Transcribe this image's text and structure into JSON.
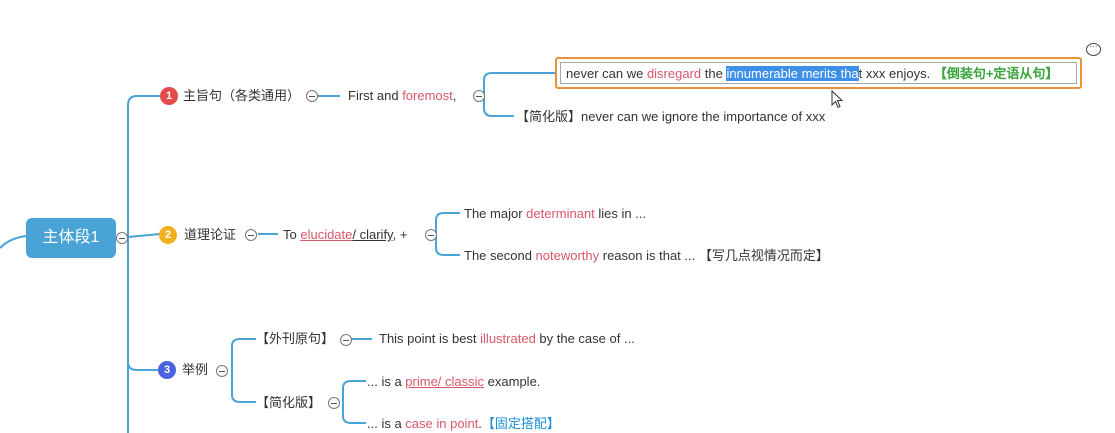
{
  "root": {
    "label": "主体段1"
  },
  "branch1": {
    "number": "1",
    "label": "主旨句（各类通用）",
    "connector_plain": "First and ",
    "connector_red": "foremost",
    "connector_tail": ",",
    "edit_text": {
      "p1": "never can we ",
      "p2_red": "disregard",
      "p3": " the ",
      "p4_selected": "innumerable merits  tha",
      "p5": "t xxx enjoys. ",
      "p6_green": "【倒装句+定语从句】"
    },
    "simplified": "【简化版】never can we ignore the importance of xxx"
  },
  "branch2": {
    "number": "2",
    "label": "道理论证",
    "connector_pre": "To ",
    "connector_red": "elucidate",
    "connector_mid": "/ clarify",
    "connector_tail": ", +",
    "item1_pre": "The major ",
    "item1_red": "determinant",
    "item1_post": " lies in ...",
    "item2_pre": "The second ",
    "item2_red": "noteworthy",
    "item2_post": " reason is that ... 【写几点视情况而定】"
  },
  "branch3": {
    "number": "3",
    "label": "举例",
    "sub1_label": "【外刊原句】",
    "sub1_pre": "This point is best ",
    "sub1_red": "illustrated",
    "sub1_post": " by the case of ...",
    "sub2_label": "【简化版】",
    "sub2_item1_pre": "... is a ",
    "sub2_item1_red": "prime/ classic",
    "sub2_item1_post": " example.",
    "sub2_item2_pre": "... is  a ",
    "sub2_item2_red": "case in point",
    "sub2_item2_mid": ".",
    "sub2_item2_blue": "【固定搭配】"
  },
  "colors": {
    "branch_line": "#4aa3d6",
    "badge1": "#e24b4b",
    "badge2": "#f2b01e",
    "badge3": "#4a62e0",
    "accent_red": "#d9576a",
    "selection": "#3d8fe8",
    "edit_border": "#e8943a"
  },
  "icons": [
    "comment-icon",
    "mouse-cursor-icon",
    "collapse-toggle-icon"
  ]
}
